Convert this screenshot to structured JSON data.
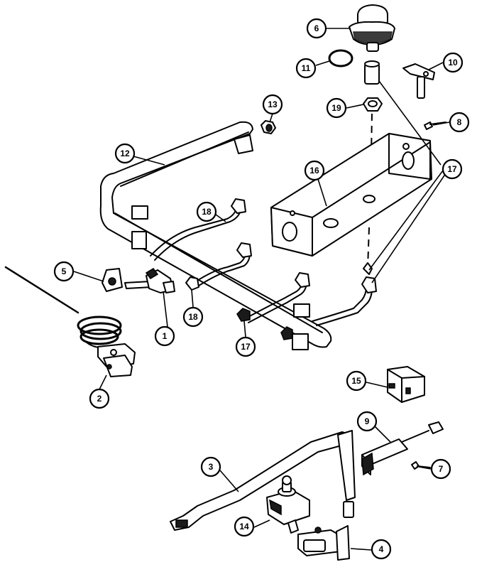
{
  "callouts": [
    {
      "label": "1"
    },
    {
      "label": "2"
    },
    {
      "label": "3"
    },
    {
      "label": "4"
    },
    {
      "label": "5"
    },
    {
      "label": "6"
    },
    {
      "label": "7"
    },
    {
      "label": "8"
    },
    {
      "label": "9"
    },
    {
      "label": "10"
    },
    {
      "label": "11"
    },
    {
      "label": "12"
    },
    {
      "label": "13"
    },
    {
      "label": "14"
    },
    {
      "label": "15"
    },
    {
      "label": "16"
    },
    {
      "label": "17"
    },
    {
      "label": "17"
    },
    {
      "label": "18"
    },
    {
      "label": "18"
    },
    {
      "label": "19"
    }
  ],
  "colors": {
    "line": "#000000",
    "background": "#ffffff"
  }
}
